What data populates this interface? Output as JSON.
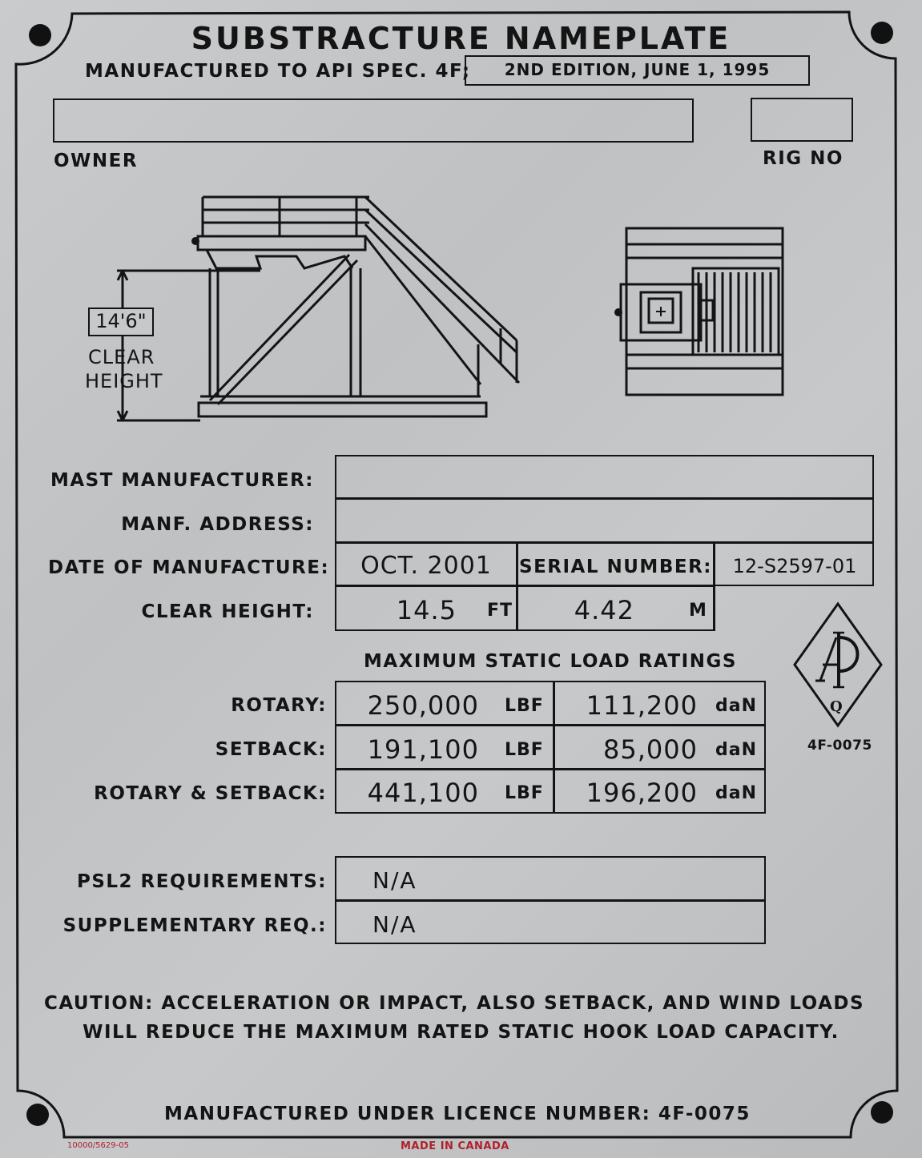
{
  "plate": {
    "title": "SUBSTRACTURE NAMEPLATE",
    "spec_label": "MANUFACTURED TO API SPEC. 4F;",
    "spec_edition": "2ND EDITION, JUNE 1, 1995",
    "owner_label": "OWNER",
    "owner_value": "",
    "rig_no_label": "RIG NO",
    "rig_no_value": "",
    "diagram": {
      "height_tag": "14'6\"",
      "caption_line1": "CLEAR",
      "caption_line2": "HEIGHT"
    },
    "fields": {
      "mast_manufacturer_label": "MAST MANUFACTURER:",
      "mast_manufacturer_value": "",
      "manf_address_label": "MANF. ADDRESS:",
      "manf_address_value": "",
      "date_label": "DATE OF MANUFACTURE:",
      "date_value": "OCT. 2001",
      "serial_label": "SERIAL NUMBER:",
      "serial_value": "12-S2597-01",
      "clear_height_label": "CLEAR HEIGHT:",
      "clear_height_ft": "14.5",
      "ft_unit": "FT",
      "clear_height_m": "4.42",
      "m_unit": "M"
    },
    "load_ratings": {
      "title": "MAXIMUM STATIC LOAD RATINGS",
      "rows": [
        {
          "label": "ROTARY:",
          "lbf": "250,000",
          "lbf_unit": "LBF",
          "dan": "111,200",
          "dan_unit": "daN"
        },
        {
          "label": "SETBACK:",
          "lbf": "191,100",
          "lbf_unit": "LBF",
          "dan": "85,000",
          "dan_unit": "daN"
        },
        {
          "label": "ROTARY & SETBACK:",
          "lbf": "441,100",
          "lbf_unit": "LBF",
          "dan": "196,200",
          "dan_unit": "daN"
        }
      ]
    },
    "monogram": {
      "letter_q": "Q",
      "licence_code": "4F-0075"
    },
    "requirements": {
      "psl2_label": "PSL2 REQUIREMENTS:",
      "psl2_value": "N/A",
      "supp_label": "SUPPLEMENTARY REQ.:",
      "supp_value": "N/A"
    },
    "caution_line1": "CAUTION: ACCELERATION OR IMPACT, ALSO SETBACK, AND WIND LOADS",
    "caution_line2": "WILL REDUCE THE MAXIMUM RATED STATIC HOOK LOAD CAPACITY.",
    "licence_line": "MANUFACTURED UNDER LICENCE NUMBER: 4F-0075",
    "part_number": "10000/5629-05",
    "made_in": "MADE IN CANADA"
  },
  "colors": {
    "ink": "#141414",
    "plate": "#c4c6c8",
    "footer_red": "#b0202a"
  }
}
